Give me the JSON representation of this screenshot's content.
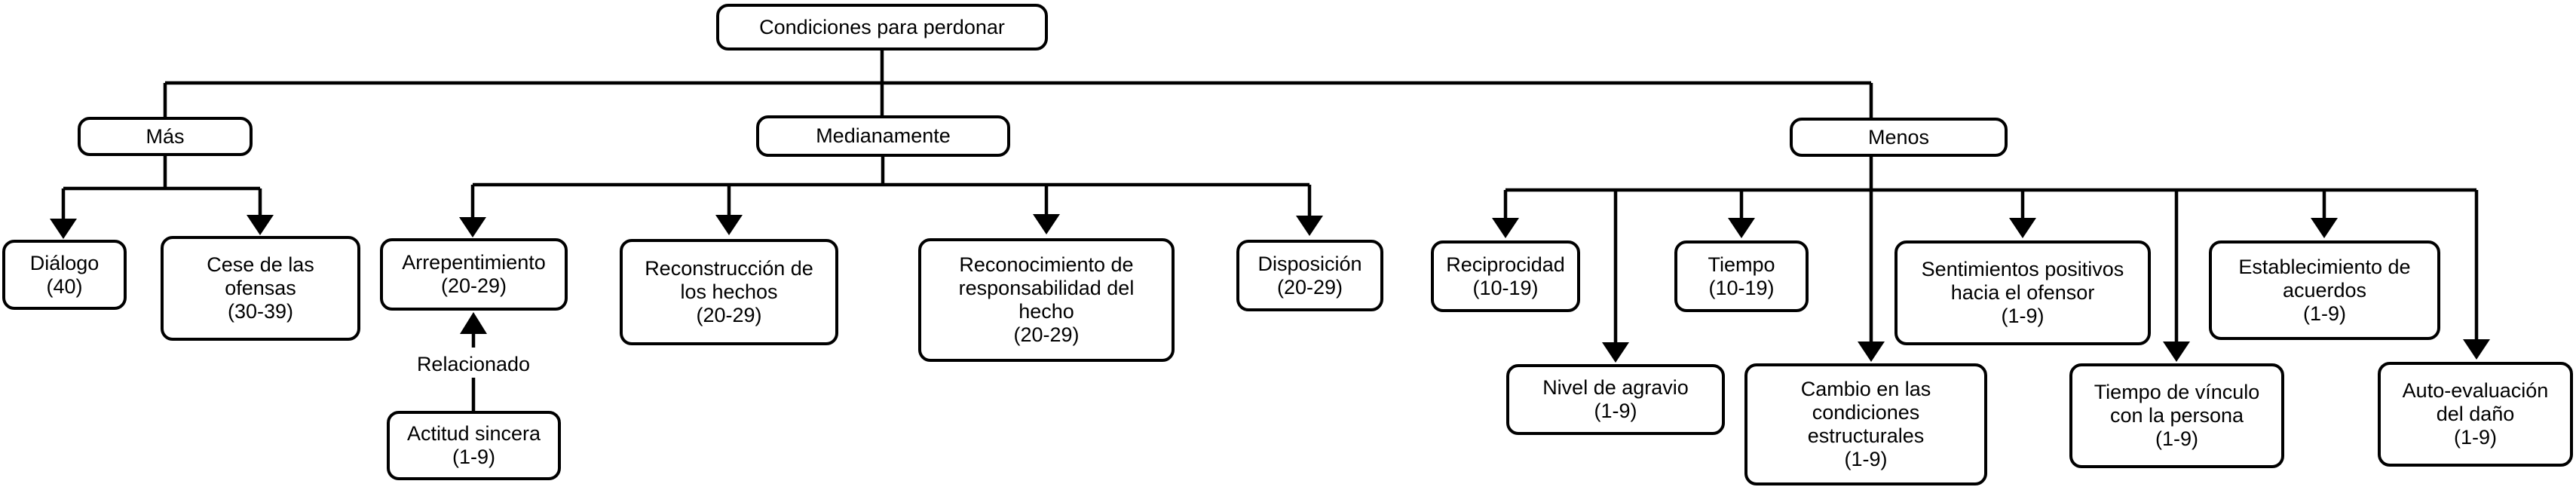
{
  "diagram": {
    "title": "Condiciones para perdonar",
    "relation_label": "Relacionado",
    "colors": {
      "line": "#000000",
      "box_fill": "#ffffff",
      "text": "#000000"
    },
    "nodes": {
      "root": {
        "label": "Condiciones para perdonar"
      },
      "mas": {
        "label": "Más"
      },
      "medianamente": {
        "label": "Medianamente"
      },
      "menos": {
        "label": "Menos"
      },
      "dialogo": {
        "label": "Diálogo",
        "range": "(40)"
      },
      "cese_ofensas": {
        "label": "Cese de las ofensas",
        "range": "(30-39)"
      },
      "arrepentimiento": {
        "label": "Arrepentimiento",
        "range": "(20-29)"
      },
      "actitud_sincera": {
        "label": "Actitud sincera",
        "range": "(1-9)"
      },
      "reconstruccion": {
        "label": "Reconstrucción de los hechos",
        "range": "(20-29)"
      },
      "reconocimiento": {
        "label": "Reconocimiento de responsabilidad del hecho",
        "range": "(20-29)"
      },
      "disposicion": {
        "label": "Disposición",
        "range": "(20-29)"
      },
      "reciprocidad": {
        "label": "Reciprocidad",
        "range": "(10-19)"
      },
      "tiempo": {
        "label": "Tiempo",
        "range": "(10-19)"
      },
      "nivel_agravio": {
        "label": "Nivel de agravio",
        "range": "(1-9)"
      },
      "cambio_condiciones": {
        "label": "Cambio en las condiciones estructurales",
        "range": "(1-9)"
      },
      "sentimientos_positivos": {
        "label": "Sentimientos positivos hacia el ofensor",
        "range": "(1-9)"
      },
      "tiempo_vinculo": {
        "label": "Tiempo de vínculo con la persona",
        "range": "(1-9)"
      },
      "establecimiento_acuerdos": {
        "label": "Establecimiento de acuerdos",
        "range": "(1-9)"
      },
      "autoevaluacion": {
        "label": "Auto-evaluación del daño",
        "range": "(1-9)"
      }
    },
    "hierarchy": {
      "root": [
        "mas",
        "medianamente",
        "menos"
      ],
      "mas": [
        "dialogo",
        "cese_ofensas"
      ],
      "medianamente": [
        "arrepentimiento",
        "reconstruccion",
        "reconocimiento",
        "disposicion"
      ],
      "menos": [
        "reciprocidad",
        "nivel_agravio",
        "tiempo",
        "cambio_condiciones",
        "sentimientos_positivos",
        "tiempo_vinculo",
        "establecimiento_acuerdos",
        "autoevaluacion"
      ],
      "relations": [
        {
          "from": "arrepentimiento",
          "label": "Relacionado",
          "to": "actitud_sincera"
        }
      ]
    }
  }
}
